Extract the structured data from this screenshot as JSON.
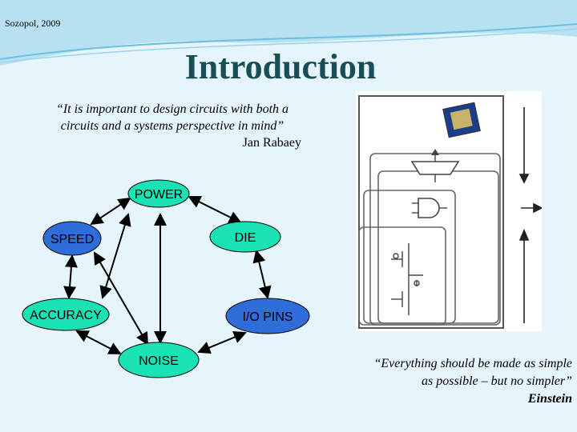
{
  "slide": {
    "footer_text": "Sozopol, 2009",
    "title": "Introduction",
    "quote1": {
      "line1": "“It is important to design circuits with both a",
      "line2": "circuits  and a systems perspective in mind”",
      "author": "Jan   Rabaey"
    },
    "quote2": {
      "line1": "“Everything should be made  as simple",
      "line2": "as  possible –  but no simpler”",
      "author": "Einstein"
    }
  },
  "diagram": {
    "nodes": {
      "power": "POWER",
      "speed": "SPEED",
      "die": "DIE",
      "accuracy": "ACCURACY",
      "io_pins": "I/O PINS",
      "noise": "NOISE"
    },
    "colors": {
      "light_node": "#19e3b5",
      "dark_node": "#2f6ed8"
    }
  }
}
